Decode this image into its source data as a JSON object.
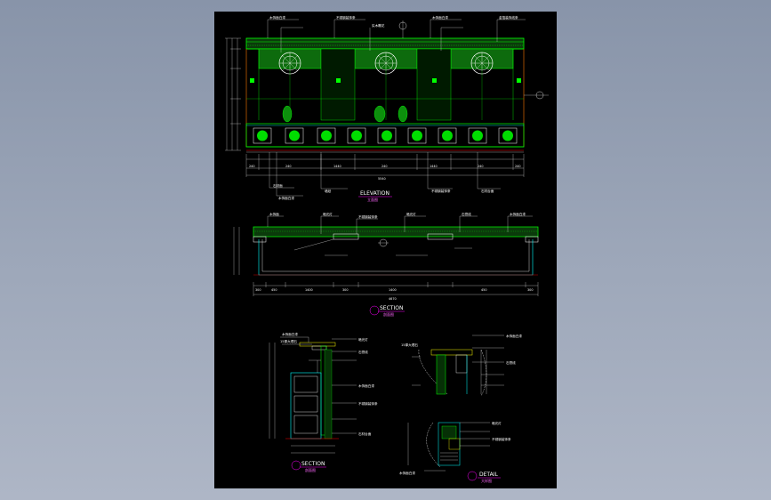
{
  "drawing": {
    "elevation_title": "ELEVATION",
    "elevation_sub": "立面图",
    "section_title": "SECTION",
    "section_sub": "剖面图",
    "section2_title": "SECTION",
    "section2_sub": "剖面图",
    "detail_title": "DETAIL",
    "detail_sub": "大样图",
    "top_labels": [
      "木饰面白漆",
      "不锈钢装饰条",
      "实木雕花",
      "木饰面白漆",
      "金箔装饰线条"
    ],
    "bottom_labels": [
      "石材面",
      "木饰面白漆",
      "墙纸",
      "不锈钢装饰条",
      "石材台面"
    ],
    "section_labels": [
      "木饰面",
      "暗光灯",
      "不锈钢装饰条",
      "暗光灯",
      "石膏线",
      "木饰面白漆"
    ],
    "dims_top": [
      "240",
      "240",
      "1440",
      "240",
      "1440",
      "240",
      "240"
    ],
    "dims_total": "5540",
    "section_dims": [
      "300",
      "450",
      "1400",
      "300",
      "1400",
      "450",
      "300"
    ],
    "section_total": "4670",
    "s2_labels": [
      "木饰面白漆",
      "15厚大理石",
      "暗光灯",
      "石膏线",
      "木饰面白漆",
      "不锈钢装饰条",
      "石材台面"
    ],
    "detail_labels": [
      "木饰面白漆",
      "15厚大理石",
      "石膏线",
      "暗光灯",
      "不锈钢装饰条",
      "木饰面白漆"
    ]
  },
  "colors": {
    "green": "#00ff00",
    "cyan": "#00ffff",
    "white": "#ffffff",
    "red": "#ff0000",
    "magenta": "#ff00ff",
    "yellow": "#ffff00"
  }
}
